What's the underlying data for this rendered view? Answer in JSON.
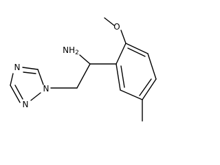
{
  "molecule": {
    "labels": {
      "methoxy_oxygen": "O",
      "amine": "NH",
      "amine_subscript": "2",
      "triazole_n1": "N",
      "triazole_n2": "N",
      "triazole_n4": "N"
    },
    "line_color": "#000000",
    "background_color": "#ffffff"
  }
}
